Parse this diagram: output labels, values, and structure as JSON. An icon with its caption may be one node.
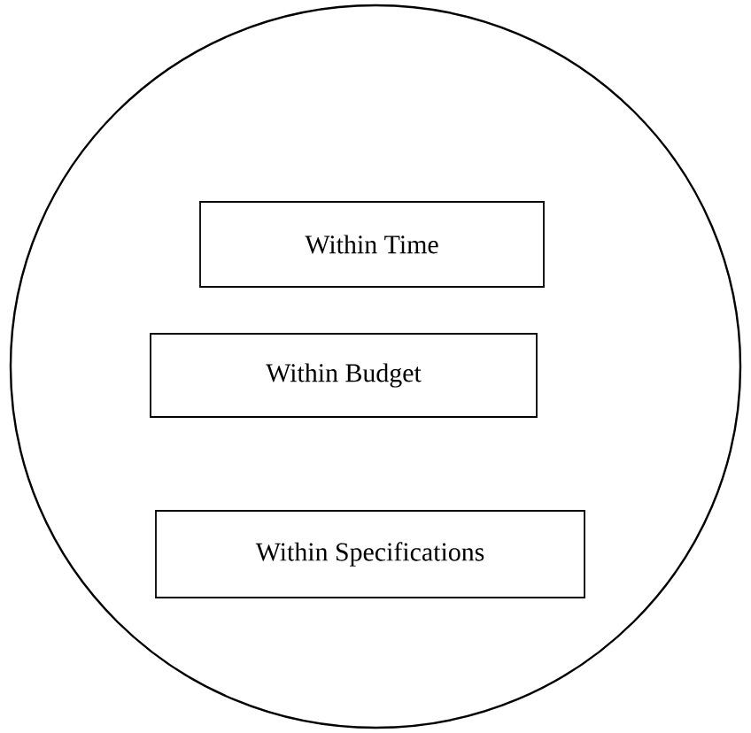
{
  "diagram": {
    "nodes": [
      {
        "text": [],
        "shape": "circle"
      },
      {
        "text": [
          "Within Time"
        ],
        "in": 0
      },
      {
        "text": [
          "Within Budget"
        ],
        "in": 0
      },
      {
        "text": [
          "Within Specifications"
        ],
        "in": 0
      }
    ]
  }
}
